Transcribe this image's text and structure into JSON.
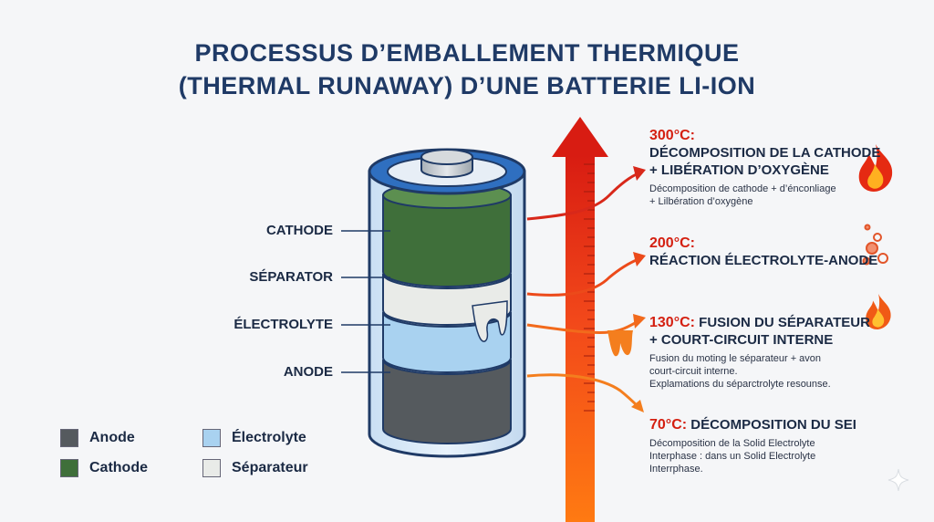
{
  "title": {
    "line1": "PROCESSUS D’EMBALLEMENT THERMIQUE",
    "line2": "(THERMAL RUNAWAY) D’UNE BATTERIE LI-ION"
  },
  "layers": {
    "cathode": "CATHODE",
    "separator": "SÉPARATOR",
    "electrolyte": "ÉLECTROLYTE",
    "anode": "ANODE"
  },
  "stages": [
    {
      "temp": "300°C:",
      "heading_line1": "DÉCOMPOSITION DE LA CATHODE",
      "heading_line2": "+ LIBÉRATION D’OXYGÈNE",
      "desc_line1": "Décomposition de cathode + d’énconliage",
      "desc_line2": "+ Lilbération d’oxygène",
      "icon": "flame-icon"
    },
    {
      "temp": "200°C:",
      "heading_line1": "RÉACTION ÉLECTROLYTE-ANODE",
      "icon": "bubbles-icon"
    },
    {
      "temp": "130°C:",
      "heading_line1": " FUSION DU SÉPARATEUR",
      "heading_line2": "+ COURT-CIRCUIT INTERNE",
      "desc_line1": "Fusion du moting le séparateur + avon",
      "desc_line2": "court-circuit interne.",
      "desc_line3": "Explamations du séparctrolyte resounse.",
      "icon": "flame-icon"
    },
    {
      "temp": "70°C:",
      "heading_line1": " DÉCOMPOSITION DU SEI",
      "desc_line1": "Décomposition de la Solid Electrolyte",
      "desc_line2": "Interphase : dans un Solid Electrolyte",
      "desc_line3": "Interrphase."
    }
  ],
  "legend": {
    "anode": "Anode",
    "cathode": "Cathode",
    "electrolyte": "Électrolyte",
    "separator": "Séparateur"
  },
  "colors": {
    "anode": "#555a5e",
    "cathode": "#3f6f3a",
    "electrolyte": "#a9d2f0",
    "separator": "#e9ebe8",
    "title": "#1f3a66",
    "temp_red": "#d41f10"
  }
}
